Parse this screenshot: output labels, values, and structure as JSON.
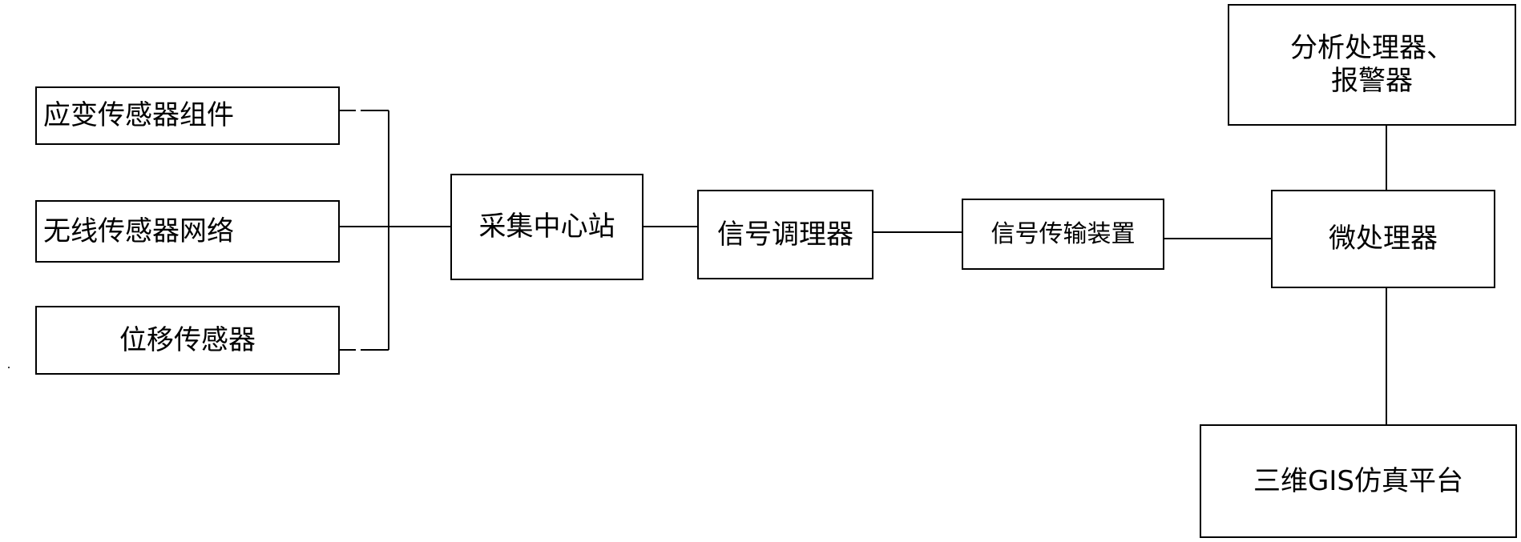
{
  "diagram": {
    "nodes": {
      "strain_sensor": "应变传感器组件",
      "wireless_network": "无线传感器网络",
      "displacement_sensor": "位移传感器",
      "collection_center": "采集中心站",
      "signal_conditioner": "信号调理器",
      "signal_transmission": "信号传输装置",
      "microprocessor": "微处理器",
      "analyzer_alarm": "分析处理器、\n报警器",
      "gis_platform": "三维GIS仿真平台"
    },
    "edges": [
      [
        "strain_sensor",
        "collection_center"
      ],
      [
        "wireless_network",
        "collection_center"
      ],
      [
        "displacement_sensor",
        "collection_center"
      ],
      [
        "collection_center",
        "signal_conditioner"
      ],
      [
        "signal_conditioner",
        "signal_transmission"
      ],
      [
        "signal_transmission",
        "microprocessor"
      ],
      [
        "microprocessor",
        "analyzer_alarm"
      ],
      [
        "microprocessor",
        "gis_platform"
      ]
    ],
    "line_color": "#000000",
    "box_border_color": "#000000",
    "background_color": "#ffffff"
  }
}
